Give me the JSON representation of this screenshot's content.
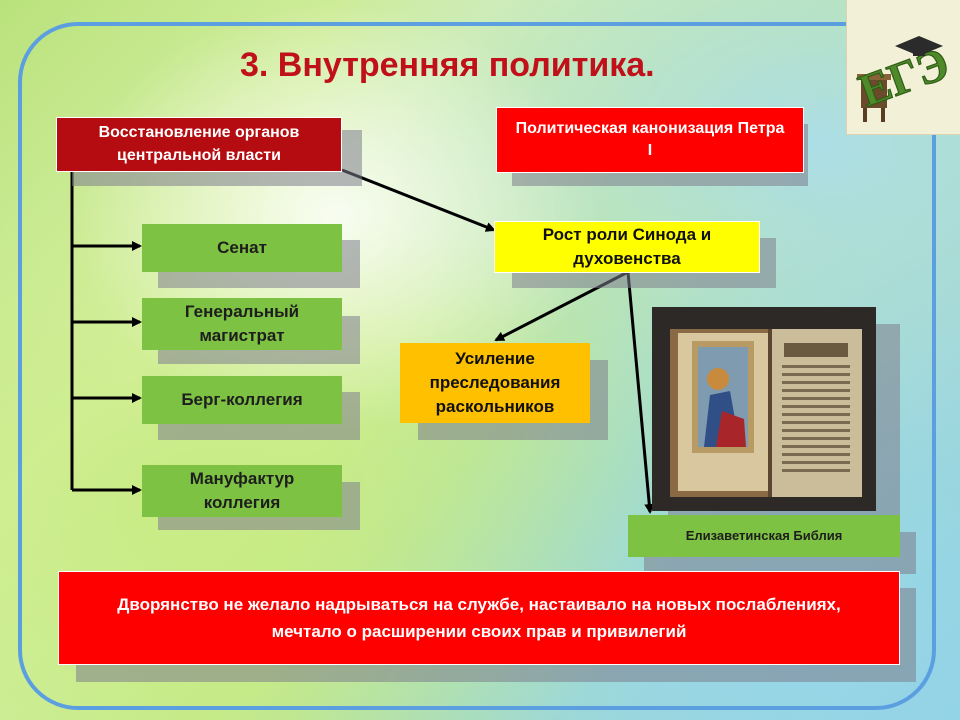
{
  "title": "3. Внутренняя политика.",
  "boxes": {
    "central_power": "Восстановление органов центральной власти",
    "canonization": "Политическая канонизация Петра I",
    "senate": "Сенат",
    "magistrate": "Генеральный магистрат",
    "berg": "Берг-коллегия",
    "manufactory": "Мануфактур коллегия",
    "synod": "Рост роли Синода и духовенства",
    "schismatics": "Усиление преследования раскольников",
    "bible": "Елизаветинская Библия",
    "nobility": "Дворянство не желало надрываться на службе, настаивало на новых послаблениях,  мечтало  о расширении своих прав и привилегий"
  },
  "logo_text": "ЕГЭ",
  "colors": {
    "title": "#c0111a",
    "dark_red": "#b40c10",
    "red": "#ff0000",
    "green": "#7dc242",
    "yellow": "#ffff00",
    "orange": "#ffc000",
    "frame": "#5c9fe0"
  }
}
